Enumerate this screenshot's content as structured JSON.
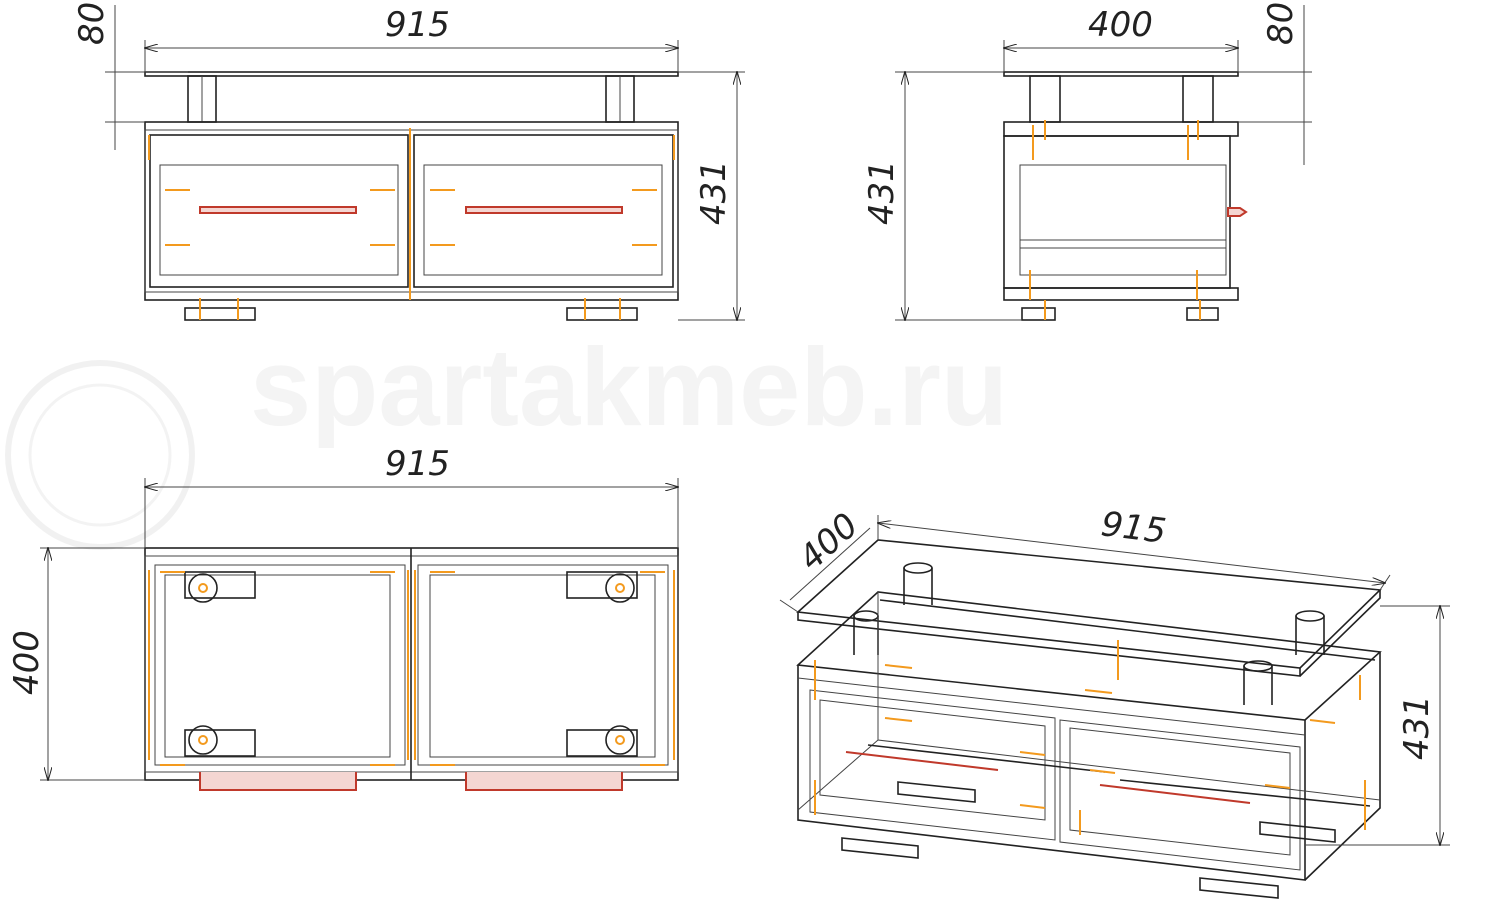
{
  "watermark": "spartakmeb.ru",
  "views": {
    "front": {
      "width_label": "915",
      "top_label": "80",
      "height_label": "431"
    },
    "side": {
      "depth_label": "400",
      "top_label": "80",
      "height_label": "431"
    },
    "plan": {
      "width_label": "915",
      "depth_label": "400"
    },
    "isometric": {
      "depth_label": "400",
      "width_label": "915",
      "height_label": "431"
    }
  },
  "colors": {
    "line": "#222222",
    "fittings": "#f39a1e",
    "handles": "#c0392b"
  }
}
